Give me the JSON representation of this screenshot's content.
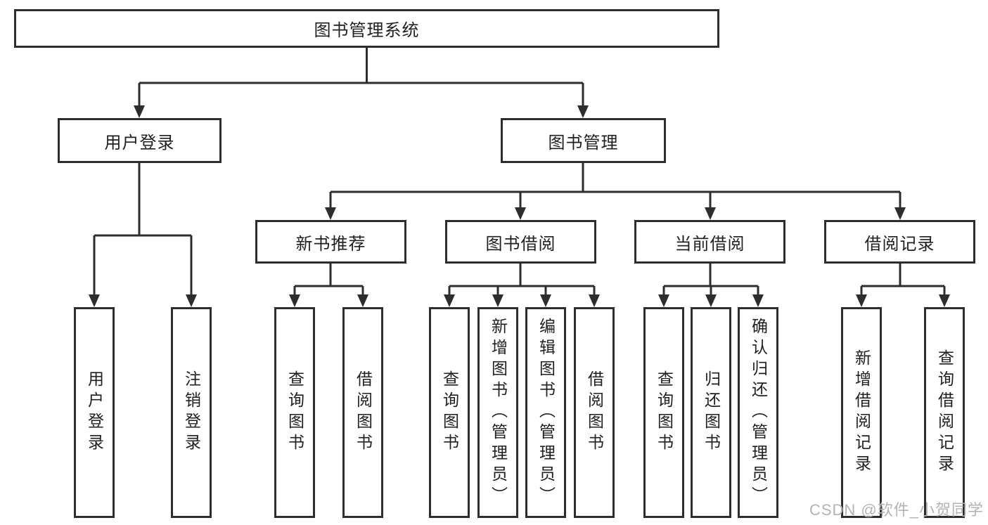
{
  "diagram": {
    "root": {
      "label": "图书管理系统"
    },
    "branches": [
      {
        "label": "用户登录",
        "children": [
          {
            "label": "用户登录"
          },
          {
            "label": "注销登录"
          }
        ]
      },
      {
        "label": "图书管理",
        "children": [
          {
            "label": "新书推荐",
            "children": [
              {
                "label": "查询图书"
              },
              {
                "label": "借阅图书"
              }
            ]
          },
          {
            "label": "图书借阅",
            "children": [
              {
                "label": "查询图书"
              },
              {
                "label": "新增图书（管理员）"
              },
              {
                "label": "编辑图书（管理员）"
              },
              {
                "label": "借阅图书"
              }
            ]
          },
          {
            "label": "当前借阅",
            "children": [
              {
                "label": "查询图书"
              },
              {
                "label": "归还图书"
              },
              {
                "label": "确认归还（管理员）"
              }
            ]
          },
          {
            "label": "借阅记录",
            "children": [
              {
                "label": "新增借阅记录"
              },
              {
                "label": "查询借阅记录"
              }
            ]
          }
        ]
      }
    ]
  },
  "watermark": {
    "text": "CSDN @软件_小贺同学"
  },
  "colors": {
    "line": "#2d2d2d",
    "box_border": "#2d2d2d",
    "text": "#1f1f1f",
    "watermark": "#b3b3b3",
    "background": "#ffffff"
  }
}
